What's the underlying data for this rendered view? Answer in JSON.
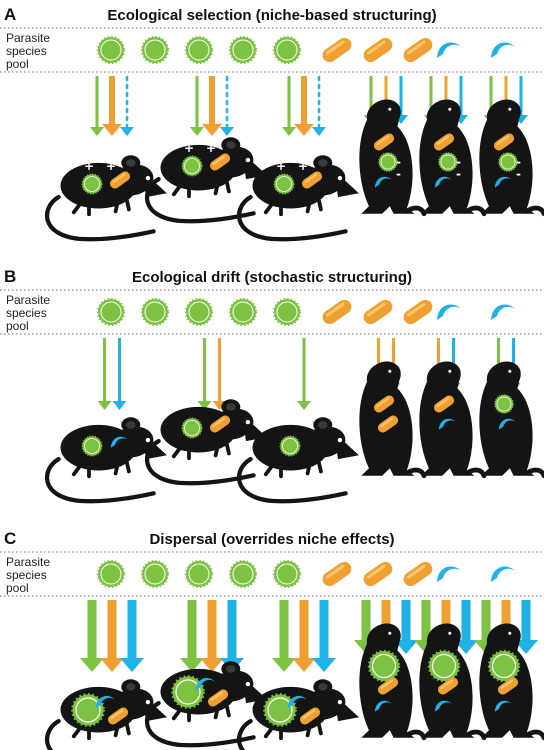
{
  "colors": {
    "green": "#7dc242",
    "orange": "#f0a030",
    "blue": "#1fb2e6",
    "host": "#141414",
    "dots": "#8a8a8a"
  },
  "pool_label_lines": [
    "Parasite",
    "species",
    "pool"
  ],
  "parasite_pool": [
    "green-virus",
    "green-virus",
    "green-virus",
    "green-virus",
    "green-virus",
    "orange-bacterium",
    "orange-bacterium",
    "orange-bacterium",
    "blue-worm",
    "blue-worm"
  ],
  "panels": [
    {
      "letter": "A",
      "title": "Ecological selection (niche-based structuring)",
      "hosts": [
        {
          "type": "rodent",
          "arrows": [
            {
              "c": "green",
              "s": "thin"
            },
            {
              "c": "orange",
              "s": "med"
            },
            {
              "c": "blue",
              "s": "dashed"
            }
          ],
          "parasites": [
            "green-virus",
            "orange-bacterium"
          ],
          "signs": [
            "+",
            "+"
          ]
        },
        {
          "type": "rodent",
          "arrows": [
            {
              "c": "green",
              "s": "thin"
            },
            {
              "c": "orange",
              "s": "med"
            },
            {
              "c": "blue",
              "s": "dashed"
            }
          ],
          "parasites": [
            "green-virus",
            "orange-bacterium"
          ],
          "signs": [
            "+",
            "+"
          ]
        },
        {
          "type": "rodent",
          "arrows": [
            {
              "c": "green",
              "s": "thin"
            },
            {
              "c": "orange",
              "s": "med"
            },
            {
              "c": "blue",
              "s": "dashed"
            }
          ],
          "parasites": [
            "green-virus",
            "orange-bacterium"
          ],
          "signs": [
            "+",
            "+"
          ]
        },
        {
          "type": "marmot",
          "arrows": [
            {
              "c": "green",
              "s": "thin"
            },
            {
              "c": "orange",
              "s": "thin"
            },
            {
              "c": "blue",
              "s": "thin"
            }
          ],
          "parasites": [
            "orange-bacterium",
            "green-virus",
            "blue-worm"
          ],
          "signs": [
            "-",
            "-"
          ]
        },
        {
          "type": "marmot",
          "arrows": [
            {
              "c": "green",
              "s": "thin"
            },
            {
              "c": "orange",
              "s": "thin"
            },
            {
              "c": "blue",
              "s": "thin"
            }
          ],
          "parasites": [
            "orange-bacterium",
            "green-virus",
            "blue-worm"
          ],
          "signs": [
            "-",
            "-"
          ]
        },
        {
          "type": "marmot",
          "arrows": [
            {
              "c": "green",
              "s": "thin"
            },
            {
              "c": "orange",
              "s": "thin"
            },
            {
              "c": "blue",
              "s": "thin"
            }
          ],
          "parasites": [
            "orange-bacterium",
            "green-virus",
            "blue-worm"
          ],
          "signs": [
            "-",
            "-"
          ]
        }
      ]
    },
    {
      "letter": "B",
      "title": "Ecological drift (stochastic structuring)",
      "hosts": [
        {
          "type": "rodent",
          "arrows": [
            {
              "c": "green",
              "s": "thin"
            },
            {
              "c": "blue",
              "s": "thin"
            }
          ],
          "parasites": [
            "green-virus",
            "blue-worm"
          ],
          "signs": []
        },
        {
          "type": "rodent",
          "arrows": [
            {
              "c": "green",
              "s": "thin"
            },
            {
              "c": "orange",
              "s": "thin"
            }
          ],
          "parasites": [
            "green-virus",
            "orange-bacterium"
          ],
          "signs": []
        },
        {
          "type": "rodent",
          "arrows": [
            {
              "c": "green",
              "s": "thin"
            }
          ],
          "parasites": [
            "green-virus"
          ],
          "signs": []
        },
        {
          "type": "marmot",
          "arrows": [
            {
              "c": "orange",
              "s": "thin"
            },
            {
              "c": "orange",
              "s": "thin"
            }
          ],
          "parasites": [
            "orange-bacterium",
            "orange-bacterium"
          ],
          "signs": []
        },
        {
          "type": "marmot",
          "arrows": [
            {
              "c": "orange",
              "s": "thin"
            },
            {
              "c": "blue",
              "s": "thin"
            }
          ],
          "parasites": [
            "orange-bacterium",
            "blue-worm"
          ],
          "signs": []
        },
        {
          "type": "marmot",
          "arrows": [
            {
              "c": "green",
              "s": "thin"
            },
            {
              "c": "blue",
              "s": "thin"
            }
          ],
          "parasites": [
            "green-virus",
            "blue-worm"
          ],
          "signs": []
        }
      ]
    },
    {
      "letter": "C",
      "title": "Dispersal (overrides niche effects)",
      "hosts": [
        {
          "type": "rodent",
          "arrows": [
            {
              "c": "green",
              "s": "wide"
            },
            {
              "c": "orange",
              "s": "wide"
            },
            {
              "c": "blue",
              "s": "wide"
            }
          ],
          "parasites": [
            "green-virus",
            "blue-worm",
            "orange-bacterium"
          ],
          "signs": []
        },
        {
          "type": "rodent",
          "arrows": [
            {
              "c": "green",
              "s": "wide"
            },
            {
              "c": "orange",
              "s": "wide"
            },
            {
              "c": "blue",
              "s": "wide"
            }
          ],
          "parasites": [
            "green-virus",
            "blue-worm",
            "orange-bacterium"
          ],
          "signs": []
        },
        {
          "type": "rodent",
          "arrows": [
            {
              "c": "green",
              "s": "wide"
            },
            {
              "c": "orange",
              "s": "wide"
            },
            {
              "c": "blue",
              "s": "wide"
            }
          ],
          "parasites": [
            "green-virus",
            "blue-worm",
            "orange-bacterium"
          ],
          "signs": []
        },
        {
          "type": "marmot",
          "arrows": [
            {
              "c": "green",
              "s": "wide"
            },
            {
              "c": "orange",
              "s": "wide"
            },
            {
              "c": "blue",
              "s": "wide"
            }
          ],
          "parasites": [
            "green-virus",
            "orange-bacterium",
            "blue-worm"
          ],
          "signs": []
        },
        {
          "type": "marmot",
          "arrows": [
            {
              "c": "green",
              "s": "wide"
            },
            {
              "c": "orange",
              "s": "wide"
            },
            {
              "c": "blue",
              "s": "wide"
            }
          ],
          "parasites": [
            "green-virus",
            "orange-bacterium",
            "blue-worm"
          ],
          "signs": []
        },
        {
          "type": "marmot",
          "arrows": [
            {
              "c": "green",
              "s": "wide"
            },
            {
              "c": "orange",
              "s": "wide"
            },
            {
              "c": "blue",
              "s": "wide"
            }
          ],
          "parasites": [
            "green-virus",
            "orange-bacterium",
            "blue-worm"
          ],
          "signs": []
        }
      ]
    }
  ]
}
